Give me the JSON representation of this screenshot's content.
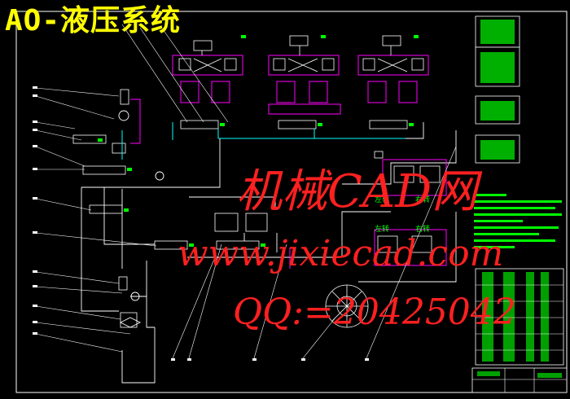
{
  "drawing": {
    "title": "AO-液压系统",
    "colors": {
      "background": "#000000",
      "lines": "#ffffff",
      "component": "#ff00ff",
      "accent": "#00ffff",
      "label": "#00ff00",
      "watermark": "#ff2020",
      "title": "#ffff00"
    }
  },
  "watermarks": {
    "line1": "机械CAD网",
    "line2": "www.jixiecad.com",
    "line3": "QQ:=20425042"
  },
  "panels": {
    "valve_labels": [
      "左转",
      "右转",
      "左转",
      "右转"
    ]
  }
}
